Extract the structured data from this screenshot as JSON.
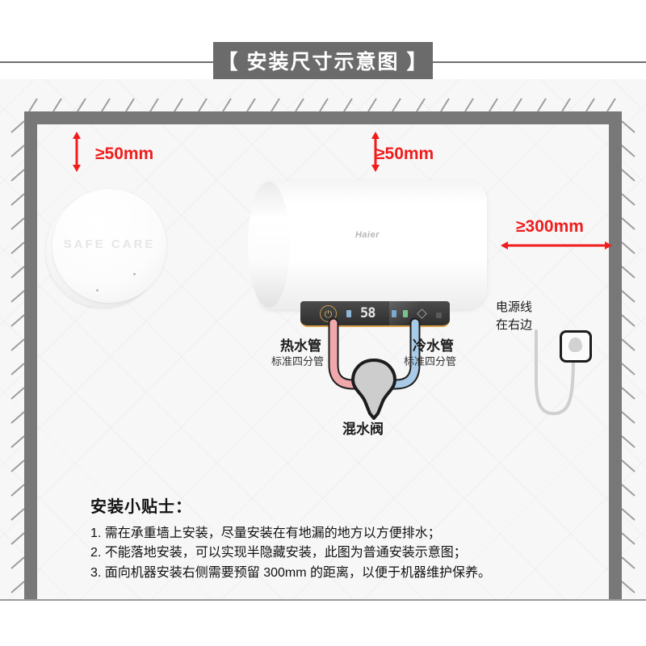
{
  "header": {
    "title": "【 安装尺寸示意图 】"
  },
  "dimensions": {
    "left_clearance": "≥50mm",
    "top_clearance": "≥50mm",
    "right_clearance": "≥300mm"
  },
  "detector": {
    "text": "SAFE CARE"
  },
  "heater": {
    "brand": "Haier",
    "panel": {
      "temperature": "58",
      "power_icon": "power-icon",
      "indicator_1": "indicator-icon",
      "indicator_2": "indicator-icon",
      "indicator_3": "indicator-icon",
      "mode_icon": "diamond-icon"
    }
  },
  "pipes": {
    "hot": {
      "label": "热水管",
      "sublabel": "标准四分管",
      "color": "#f0a8ad"
    },
    "cold": {
      "label": "冷水管",
      "sublabel": "标准四分管",
      "color": "#a9cbe8"
    },
    "valve": {
      "label": "混水阀",
      "color": "#cccccc"
    }
  },
  "power": {
    "line_1": "电源线",
    "line_2": "在右边",
    "outlet_icon": "power-outlet-icon"
  },
  "tips": {
    "title": "安装小贴士：",
    "items": [
      "1. 需在承重墙上安装，尽量安装在有地漏的地方以方便排水；",
      "2. 不能落地安装，可以实现半隐藏安装，此图为普通安装示意图；",
      "3. 面向机器安装右侧需要预留 300mm 的距离，以便于机器维护保养。"
    ]
  },
  "colors": {
    "accent_red": "#f01d1d",
    "wall_gray": "#787878",
    "banner_gray": "#6b6b6b"
  }
}
